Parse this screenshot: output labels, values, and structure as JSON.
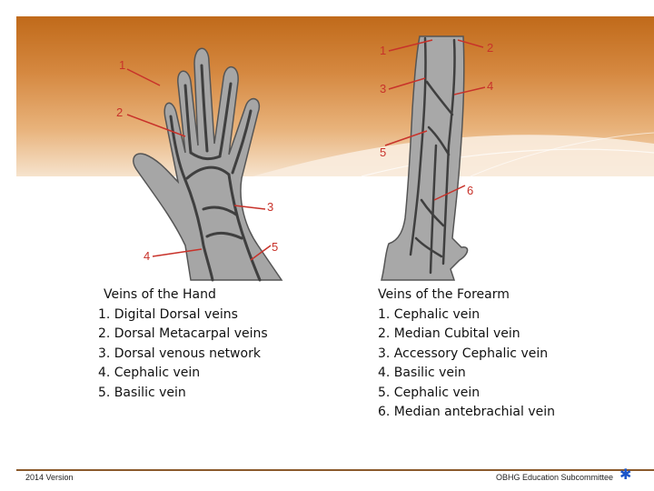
{
  "hand": {
    "callouts": [
      "1",
      "2",
      "3",
      "4",
      "5"
    ],
    "caption": {
      "title": "Veins of the Hand",
      "items": [
        "1. Digital Dorsal veins",
        "2. Dorsal Metacarpal veins",
        "3. Dorsal venous network",
        "4. Cephalic vein",
        "5. Basilic vein"
      ]
    }
  },
  "forearm": {
    "callouts": [
      "1",
      "2",
      "3",
      "4",
      "5",
      "6"
    ],
    "caption": {
      "title": "Veins of the Forearm",
      "items": [
        "1. Cephalic vein",
        "2. Median Cubital vein",
        "3. Accessory Cephalic vein",
        "4. Basilic vein",
        "5. Cephalic vein",
        "6. Median antebrachial vein"
      ]
    }
  },
  "footer": {
    "version": "2014 Version",
    "committee": "OBHG Education Subcommittee"
  },
  "colors": {
    "banner_top": "#c06a1a",
    "callout": "#c8322a",
    "star": "#1a55c9"
  },
  "icons": {
    "footer_logo": "star-of-life-icon"
  }
}
